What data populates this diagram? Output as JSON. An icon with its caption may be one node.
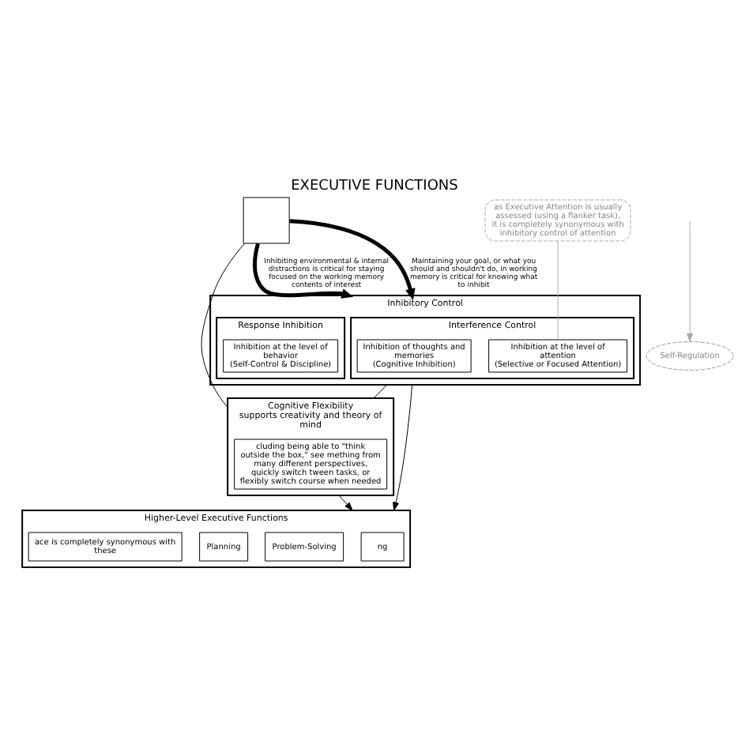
{
  "diagram": {
    "title": "EXECUTIVE FUNCTIONS",
    "nodes": [
      {
        "text": [],
        "shape": "box"
      },
      {
        "text": [
          "Inhibitory Control"
        ]
      },
      {
        "text": [
          "Interference Control"
        ],
        "in": 1
      },
      {
        "text": [
          "Inhibition of thoughts and memories",
          "(Cognitive Inhibition)"
        ],
        "in": 2
      },
      {
        "text": [
          "Inhibition at the level of attention",
          "(Selective or Focused Attention)"
        ],
        "in": 2
      },
      {
        "text": [
          "Response Inhibition"
        ],
        "in": 1
      },
      {
        "text": [
          "Inhibition at the level of behavior",
          "(Self-Control & Discipline)"
        ],
        "in": 5
      },
      {
        "text": [
          "Self-Regulation"
        ]
      },
      {
        "text": [
          "as Executive Attention is usually assessed (using a flanker task), it is completely synonymous with inhibitory control of attention"
        ]
      },
      {
        "text": [
          "Cognitive Flexibility",
          "supports creativity and theory of mind"
        ]
      },
      {
        "text": [
          "cluding being able to \"think outside the box,\" see mething from many different perspectives, quickly switch tween tasks, or flexibly switch course when needed"
        ],
        "in": 9
      },
      {
        "text": [
          "Higher-Level Executive Functions"
        ]
      },
      {
        "text": [
          "ng"
        ],
        "in": 11
      },
      {
        "text": [
          "Problem-Solving"
        ],
        "in": 11
      },
      {
        "text": [
          "Planning"
        ],
        "in": 11
      },
      {
        "text": [
          "ace is completely synonymous with these"
        ],
        "in": 11
      }
    ],
    "edges": [
      {
        "from": 0,
        "to": 1,
        "arrow": "to",
        "label": "Maintaining your goal, or what you should and shouldn't do, in working memory is critical for knowing what to inhibit",
        "style": "thick"
      },
      {
        "from": 0,
        "to": 1,
        "arrow": "to",
        "label": "Inhibiting environmental & internal distractions is critical for staying focused on the working memory contents of interest",
        "style": "thick"
      },
      {
        "from": 8,
        "to": 4,
        "arrow": "none",
        "color": "#aaaaaa"
      },
      {
        "from": null,
        "to": 7,
        "arrow": "to",
        "color": "#aaaaaa"
      },
      {
        "from": 0,
        "to": 9,
        "arrow": "none"
      },
      {
        "from": 1,
        "to": 9,
        "arrow": "none"
      },
      {
        "from": 9,
        "to": 11,
        "arrow": "to"
      },
      {
        "from": 1,
        "to": 11,
        "arrow": "to"
      }
    ]
  }
}
